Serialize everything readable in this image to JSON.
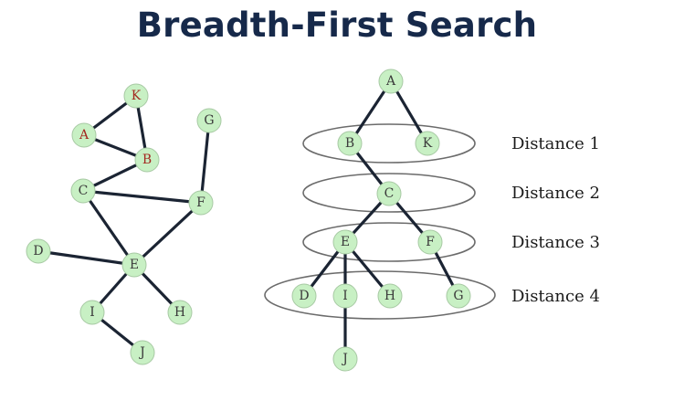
{
  "title": "Breadth-First Search",
  "colors": {
    "node_fill": "#c8f0c4",
    "node_text_root": "#a3271f",
    "node_text": "#3b3b3b",
    "edge": "#1b2433",
    "title": "#16294a"
  },
  "left_graph": {
    "nodes": [
      "K",
      "A",
      "B",
      "G",
      "C",
      "F",
      "D",
      "E",
      "I",
      "H",
      "J"
    ],
    "edges": [
      [
        "A",
        "K"
      ],
      [
        "K",
        "B"
      ],
      [
        "A",
        "B"
      ],
      [
        "B",
        "C"
      ],
      [
        "C",
        "F"
      ],
      [
        "C",
        "E"
      ],
      [
        "G",
        "F"
      ],
      [
        "F",
        "E"
      ],
      [
        "D",
        "E"
      ],
      [
        "E",
        "I"
      ],
      [
        "E",
        "H"
      ],
      [
        "I",
        "J"
      ]
    ]
  },
  "bfs_tree": {
    "nodes": [
      "A",
      "B",
      "K",
      "C",
      "E",
      "F",
      "D",
      "I",
      "H",
      "G",
      "J"
    ],
    "edges": [
      [
        "A",
        "B"
      ],
      [
        "A",
        "K"
      ],
      [
        "B",
        "C"
      ],
      [
        "C",
        "E"
      ],
      [
        "C",
        "F"
      ],
      [
        "E",
        "D"
      ],
      [
        "E",
        "I"
      ],
      [
        "E",
        "H"
      ],
      [
        "F",
        "G"
      ],
      [
        "I",
        "J"
      ]
    ],
    "levels": [
      {
        "label": "Distance 1",
        "nodes": [
          "B",
          "K"
        ]
      },
      {
        "label": "Distance 2",
        "nodes": [
          "C"
        ]
      },
      {
        "label": "Distance 3",
        "nodes": [
          "E",
          "F"
        ]
      },
      {
        "label": "Distance 4",
        "nodes": [
          "D",
          "I",
          "H",
          "G"
        ]
      }
    ]
  }
}
